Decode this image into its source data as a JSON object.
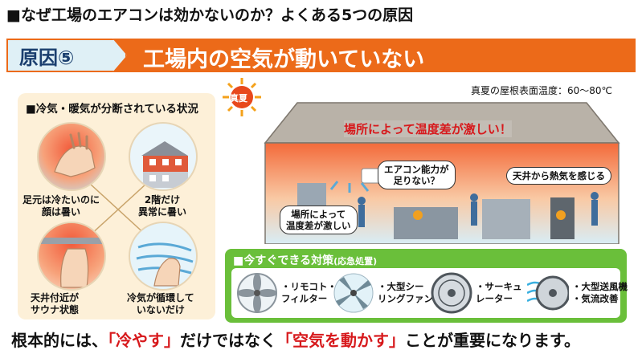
{
  "header": {
    "title": "■なぜ工場のエアコンは効かないのか？よくある5つの原因"
  },
  "banner": {
    "tag": "原因⑤",
    "text": "工場内の空気が動いていない"
  },
  "left_panel": {
    "title": "■冷気・暖気が分断されている状況",
    "items": [
      {
        "line1": "足元は冷たいのに",
        "line2": "顔は暑い"
      },
      {
        "line1": "2階だけ",
        "line2": "異常に暑い"
      },
      {
        "line1": "天井付近が",
        "line2": "サウナ状態"
      },
      {
        "line1": "冷気が循環して",
        "line2": "いないだけ"
      }
    ]
  },
  "scene": {
    "sun_label": "真夏",
    "roof_note": "真夏の屋根表面温度：60〜80℃",
    "headline": "場所によって温度差が激しい！",
    "callout_ac": {
      "line1": "エアコン能力が",
      "line2": "足りない？"
    },
    "callout_ceiling": "天井から熱気を感じる",
    "callout_floor": {
      "line1": "場所によって",
      "line2": "温度差が激しい"
    }
  },
  "measures": {
    "title": "■今すぐできる対策",
    "subtitle": "(応急処置)",
    "items": [
      {
        "line1": "・リモコト・",
        "line2": "フィルター"
      },
      {
        "line1": "・大型シー",
        "line2": "リングファン"
      },
      {
        "line1": "・サーキュ",
        "line2": "レーター"
      },
      {
        "line1": "・大型送風機",
        "line2": "・気流改善"
      }
    ]
  },
  "footer": {
    "prefix": "根本的には、",
    "red1": "「冷やす」",
    "middle": "だけではなく",
    "red2": "「空気を動かす」",
    "suffix": "ことが重要になります。"
  },
  "colors": {
    "accent_orange": "#ec6a19",
    "panel_beige": "#fdf0d8",
    "green": "#6abf3a",
    "red_text": "#d7191c",
    "navy": "#1a3e6e"
  }
}
